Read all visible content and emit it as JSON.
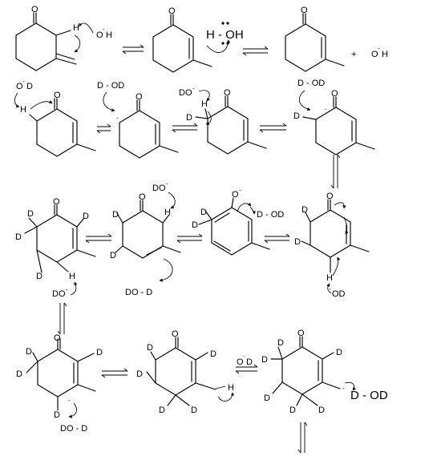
{
  "atoms": {
    "O": "O",
    "H": "H",
    "D": "D"
  },
  "charges": {
    "minus": "-"
  },
  "species": {
    "hydroxide_1": "O",
    "hydroxide_1_charge": "-",
    "hydroxide_1_h": "H",
    "water": "H - OH",
    "plus": "+",
    "hydroxide_2": "O",
    "hydroxide_2_charge": "-",
    "hydroxide_2_h": "H",
    "od_1": "O",
    "od_1_charge": "-",
    "od_1_d": "D",
    "d_od_1": "D - OD",
    "do_1": "DO",
    "do_1_charge": "-",
    "d_od_2": "D - OD",
    "do_2": "DO",
    "do_2_charge": "-",
    "d_od_3": "D - OD",
    "do_d_1": "DO - D",
    "do_3": "DO",
    "do_3_charge": "-",
    "od_2": "OD",
    "od_2_charge": "-",
    "do_d_2": "DO - D",
    "od_3": "O",
    "od_3_charge": "-",
    "od_3_d": "D",
    "d_od_4": "D - OD"
  }
}
